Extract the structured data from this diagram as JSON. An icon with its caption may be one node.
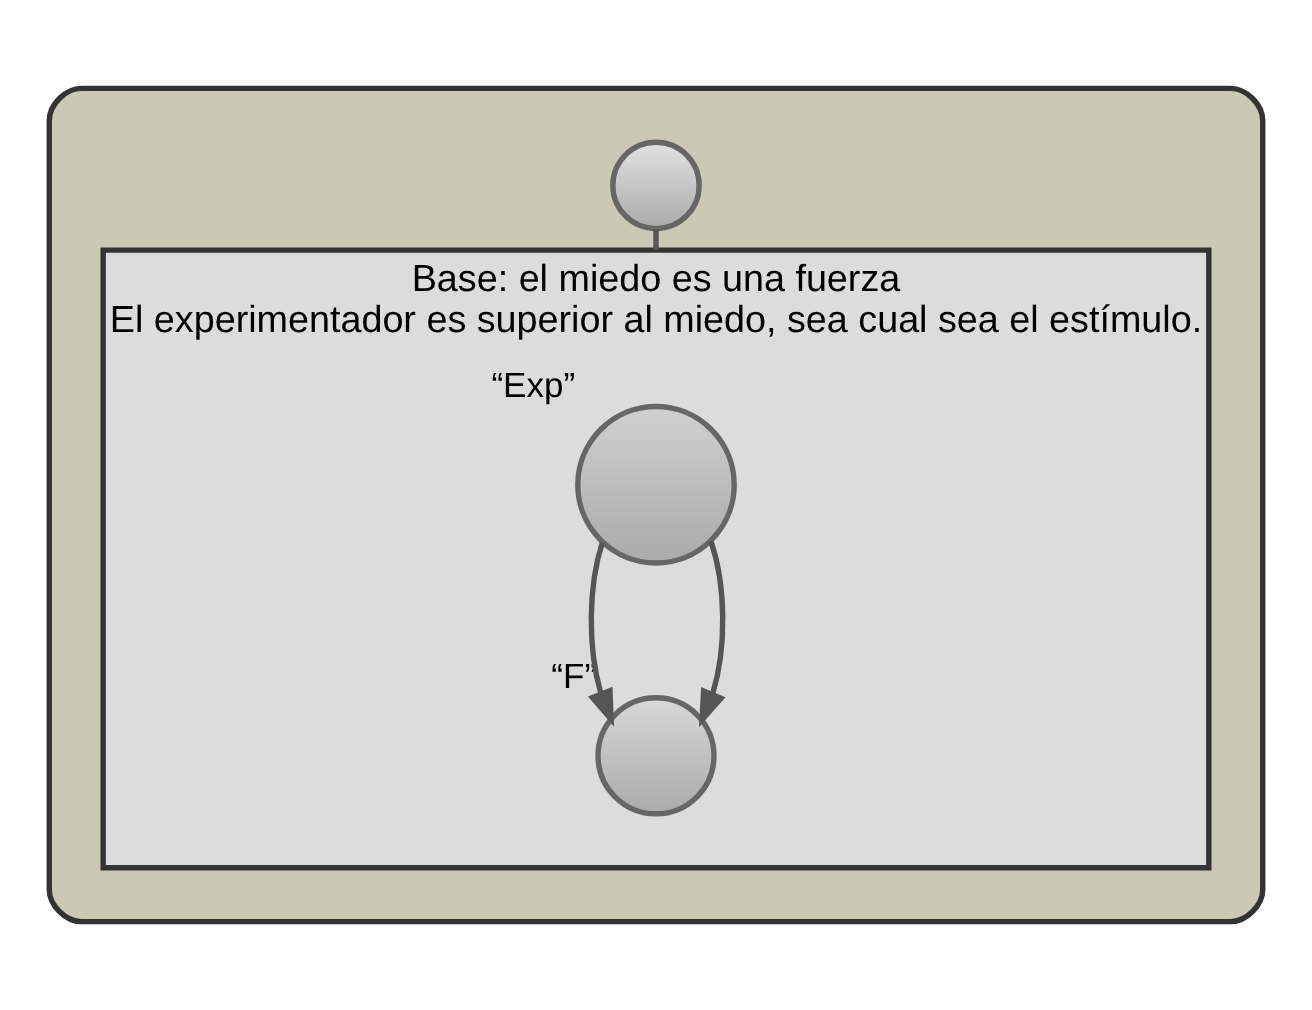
{
  "diagram": {
    "nodes": [
      {
        "text": [],
        "shape": "box"
      },
      {
        "text": [],
        "shape": "circle",
        "in": 0
      },
      {
        "text": [
          "Base: el miedo es una fuerza",
          "El experimentador es superior al miedo, sea cual sea el estímulo."
        ],
        "in": 0
      },
      {
        "text": [],
        "shape": "circle",
        "in": 2,
        "beside": [
          "“Exp”"
        ]
      },
      {
        "text": [],
        "shape": "circle",
        "in": 2,
        "beside": [
          "“F”"
        ]
      }
    ],
    "edges": [
      {
        "from": 1,
        "to": 2,
        "arrow": "none"
      },
      {
        "from": 3,
        "to": 4,
        "arrow": "to"
      },
      {
        "from": 3,
        "to": 4,
        "arrow": "to"
      }
    ]
  }
}
